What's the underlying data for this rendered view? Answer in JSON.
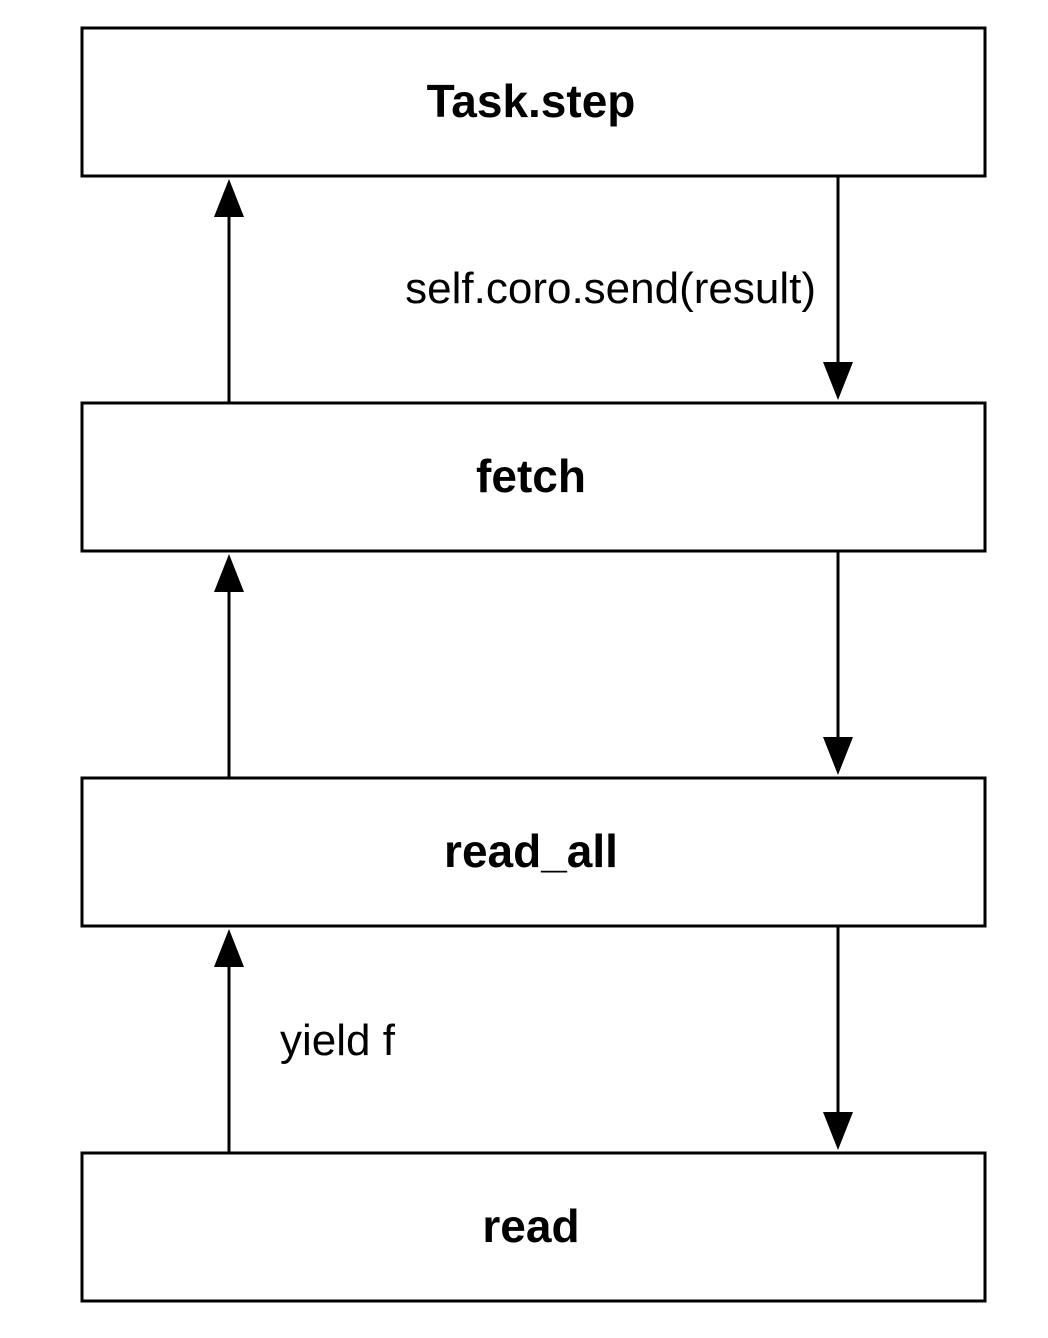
{
  "nodes": [
    {
      "id": "task-step",
      "label": "Task.step"
    },
    {
      "id": "fetch",
      "label": "fetch"
    },
    {
      "id": "read-all",
      "label": "read_all"
    },
    {
      "id": "read",
      "label": "read"
    }
  ],
  "edges": [
    {
      "from": "task-step",
      "to": "fetch",
      "label": "self.coro.send(result)"
    },
    {
      "from": "fetch",
      "to": "task-step",
      "label": ""
    },
    {
      "from": "fetch",
      "to": "read-all",
      "label": ""
    },
    {
      "from": "read-all",
      "to": "fetch",
      "label": ""
    },
    {
      "from": "read-all",
      "to": "read",
      "label": ""
    },
    {
      "from": "read",
      "to": "read-all",
      "label": "yield f"
    }
  ],
  "colors": {
    "stroke": "#000000",
    "fill": "#ffffff",
    "text": "#000000"
  }
}
